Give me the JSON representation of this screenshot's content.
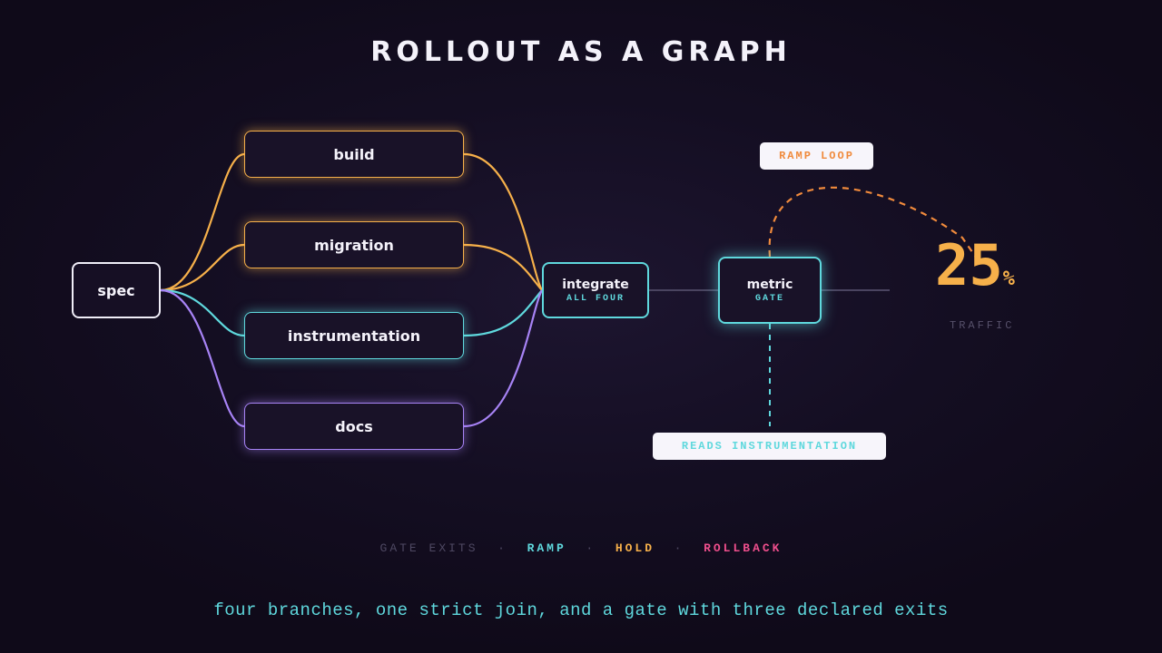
{
  "title": "ROLLOUT AS A GRAPH",
  "colors": {
    "orange": "#f6b04a",
    "cyan": "#5fd8dd",
    "purple": "#a783f5",
    "pink": "#ee4e8c",
    "loop": "#f08a3c"
  },
  "nodes": {
    "spec": {
      "label": "spec"
    },
    "branches": [
      {
        "label": "build",
        "color": "orange"
      },
      {
        "label": "migration",
        "color": "orange"
      },
      {
        "label": "instrumentation",
        "color": "cyan"
      },
      {
        "label": "docs",
        "color": "purple"
      }
    ],
    "integrate": {
      "label": "integrate",
      "sublabel": "ALL FOUR"
    },
    "metric": {
      "label": "metric",
      "sublabel": "GATE"
    }
  },
  "annotations": {
    "ramp_loop": "RAMP LOOP",
    "reads_instrumentation": "READS INSTRUMENTATION"
  },
  "traffic": {
    "value": "25",
    "unit": "%",
    "label": "TRAFFIC"
  },
  "gate_exits": {
    "lead": "GATE EXITS",
    "separator": "·",
    "exits": [
      "RAMP",
      "HOLD",
      "ROLLBACK"
    ]
  },
  "caption": "four branches, one strict join, and a gate with three declared exits"
}
